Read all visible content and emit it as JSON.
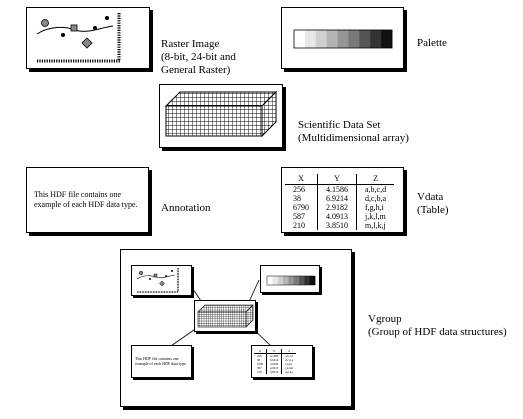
{
  "raster": {
    "label": "Raster Image",
    "sublabel": "(8-bit, 24-bit and General Raster)"
  },
  "palette": {
    "label": "Palette",
    "shades": [
      "#ffffff",
      "#e8e8e8",
      "#d0d0d0",
      "#b4b4b4",
      "#969696",
      "#787878",
      "#555555",
      "#333333",
      "#111111"
    ]
  },
  "sds": {
    "label": "Scientific Data Set",
    "sublabel": "(Multidimensional array)"
  },
  "annotation": {
    "label": "Annotation",
    "text": "This HDF file contains one example of each HDF data type."
  },
  "vdata": {
    "label": "Vdata",
    "sublabel": "(Table)",
    "headers": [
      "X",
      "Y",
      "Z"
    ],
    "rows": [
      [
        "256",
        "4.1586",
        "a,b,c,d"
      ],
      [
        "38",
        "6.9214",
        "d,c,b,a"
      ],
      [
        "6790",
        "2.9182",
        "f,g,h,i"
      ],
      [
        "587",
        "4.0913",
        "j,k,l,m"
      ],
      [
        "210",
        "3.8510",
        "m,l,k,j"
      ]
    ]
  },
  "vgroup": {
    "label": "Vgroup",
    "sublabel": "(Group of HDF data structures)",
    "annotation_text": "This HDF file contains one example of each HDF data type."
  }
}
